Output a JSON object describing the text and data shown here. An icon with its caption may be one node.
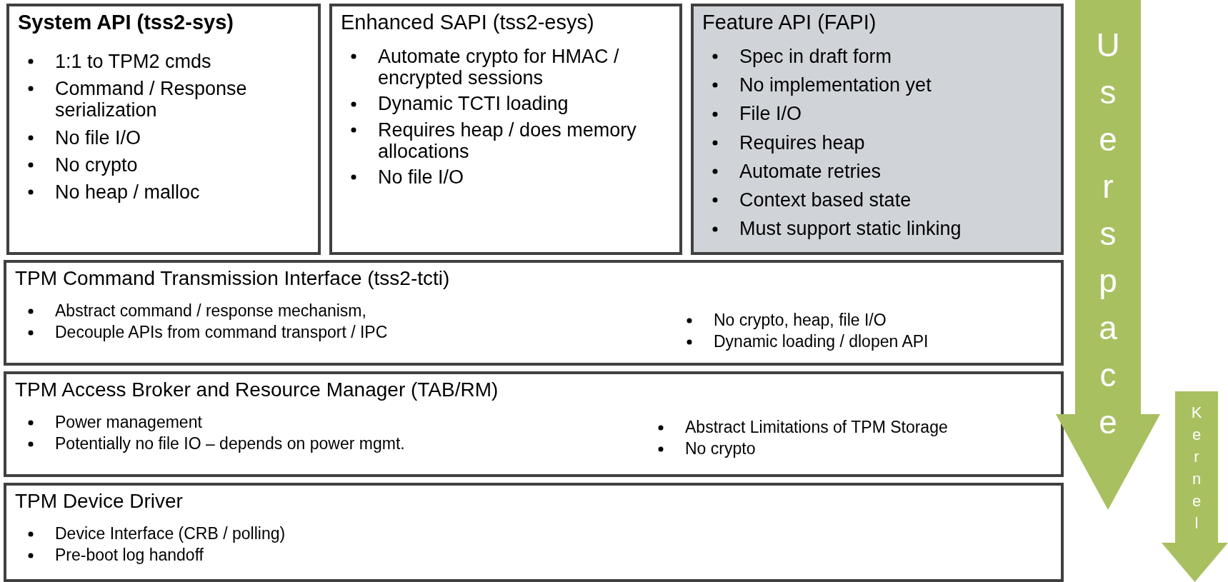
{
  "diagram": {
    "nodes": [
      {
        "text": [
          "System API (tss2-sys)",
          "1:1 to TPM2 cmds",
          "Command / Response serialization",
          "No file I/O",
          "No crypto",
          "No heap / malloc"
        ]
      },
      {
        "text": [
          "Enhanced SAPI (tss2-esys)",
          "Automate crypto for HMAC / encrypted sessions",
          "Dynamic TCTI loading",
          "Requires heap / does memory allocations",
          "No file I/O"
        ]
      },
      {
        "text": [
          "Feature API (FAPI)",
          "Spec in draft form",
          "No implementation yet",
          "File I/O",
          "Requires heap",
          "Automate retries",
          "Context based state",
          "Must support static linking"
        ]
      },
      {
        "text": [
          "TPM Command Transmission Interface (tss2-tcti)",
          "Abstract command / response mechanism,",
          "Decouple APIs from command transport / IPC",
          "No crypto, heap, file I/O",
          "Dynamic loading / dlopen API"
        ]
      },
      {
        "text": [
          "TPM Access Broker and Resource Manager (TAB/RM)",
          "Power management",
          "Potentially no file IO – depends on power mgmt.",
          "Abstract Limitations of TPM Storage",
          "No crypto"
        ]
      },
      {
        "text": [
          "TPM Device Driver",
          "Device Interface (CRB / polling)",
          "Pre-boot log handoff"
        ]
      },
      {
        "text": [
          "Userspace"
        ]
      },
      {
        "text": [
          "Kernel"
        ]
      }
    ]
  }
}
